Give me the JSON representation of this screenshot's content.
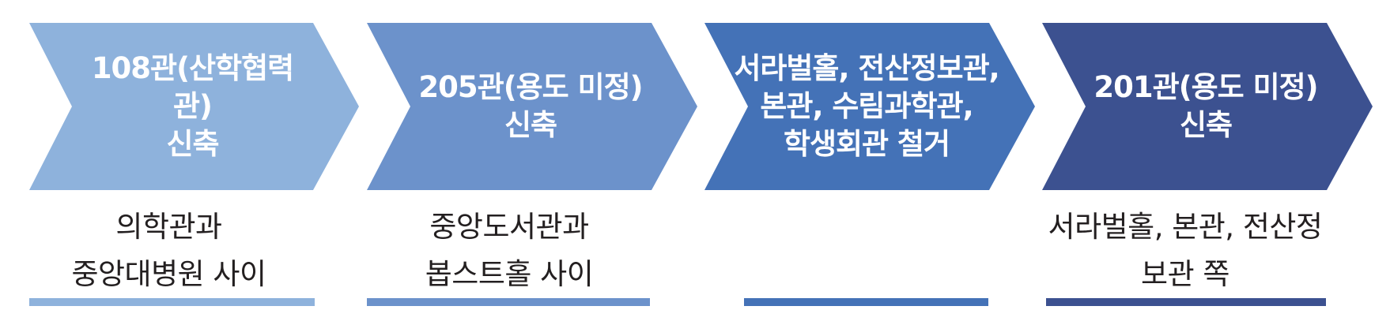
{
  "steps": [
    {
      "title_lines": [
        "108관(산학협력관)",
        "신축"
      ],
      "location_lines": [
        "의학관과",
        "중앙대병원 사이"
      ],
      "color": "#8eb2dc"
    },
    {
      "title_lines": [
        "205관(용도 미정)",
        "신축"
      ],
      "location_lines": [
        "중앙도서관과",
        "봅스트홀 사이"
      ],
      "color": "#6c92cb"
    },
    {
      "title_lines": [
        "서라벌홀, 전산정보관,",
        "본관, 수림과학관,",
        "학생회관 철거"
      ],
      "location_lines": [],
      "color": "#4472b7"
    },
    {
      "title_lines": [
        "201관(용도 미정)",
        "신축"
      ],
      "location_lines": [
        "서라벌홀, 본관, 전산정",
        "보관 쪽"
      ],
      "color": "#3c5190"
    }
  ]
}
